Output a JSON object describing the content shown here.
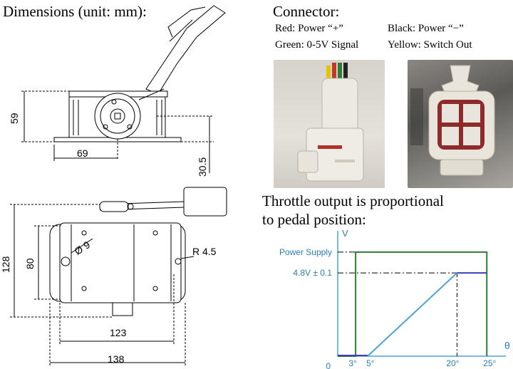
{
  "dimensions": {
    "title": "Dimensions (unit: mm):",
    "side_view": {
      "height": "59",
      "width": "69",
      "offset": "30.5"
    },
    "top_view": {
      "height_outer": "128",
      "height_inner": "80",
      "hole": "Ø 9",
      "radius": "R 4.5",
      "width_inner": "123",
      "width_outer": "138"
    }
  },
  "connector": {
    "title": "Connector:",
    "wires": [
      {
        "label": "Red: Power “+”"
      },
      {
        "label": "Black: Power “−”"
      },
      {
        "label": "Green: 0-5V Signal"
      },
      {
        "label": "Yellow: Switch Out"
      }
    ]
  },
  "throttle": {
    "caption_line1": "Throttle output is proportional",
    "caption_line2": "to pedal position:"
  },
  "chart_data": {
    "type": "line",
    "ylabel": "V",
    "xlabel": "θ",
    "y_ticks": [
      "Power Supply",
      "4.8V ± 0.1",
      "0"
    ],
    "x_ticks": [
      {
        "label": "0°",
        "value": 0
      },
      {
        "label": "3°",
        "value": 3
      },
      {
        "label": "5°",
        "value": 5
      },
      {
        "label": "20°",
        "value": 20
      },
      {
        "label": "25°",
        "value": 25
      }
    ],
    "series": [
      {
        "color": "#2e7d32",
        "x": [
          0,
          3,
          3,
          25,
          25
        ],
        "y": [
          0,
          0,
          1,
          1,
          0
        ]
      },
      {
        "color": "#4aa3df",
        "x": [
          5,
          20
        ],
        "y": [
          0,
          0.8
        ]
      },
      {
        "color": "#3b3fbf",
        "x": [
          20,
          25
        ],
        "y": [
          0.8,
          0.8
        ]
      }
    ],
    "xlim": [
      0,
      27
    ],
    "ylim": [
      0,
      1.15
    ],
    "colors": {
      "axis": "#4fa3d8",
      "label": "#2a7fc0"
    }
  }
}
